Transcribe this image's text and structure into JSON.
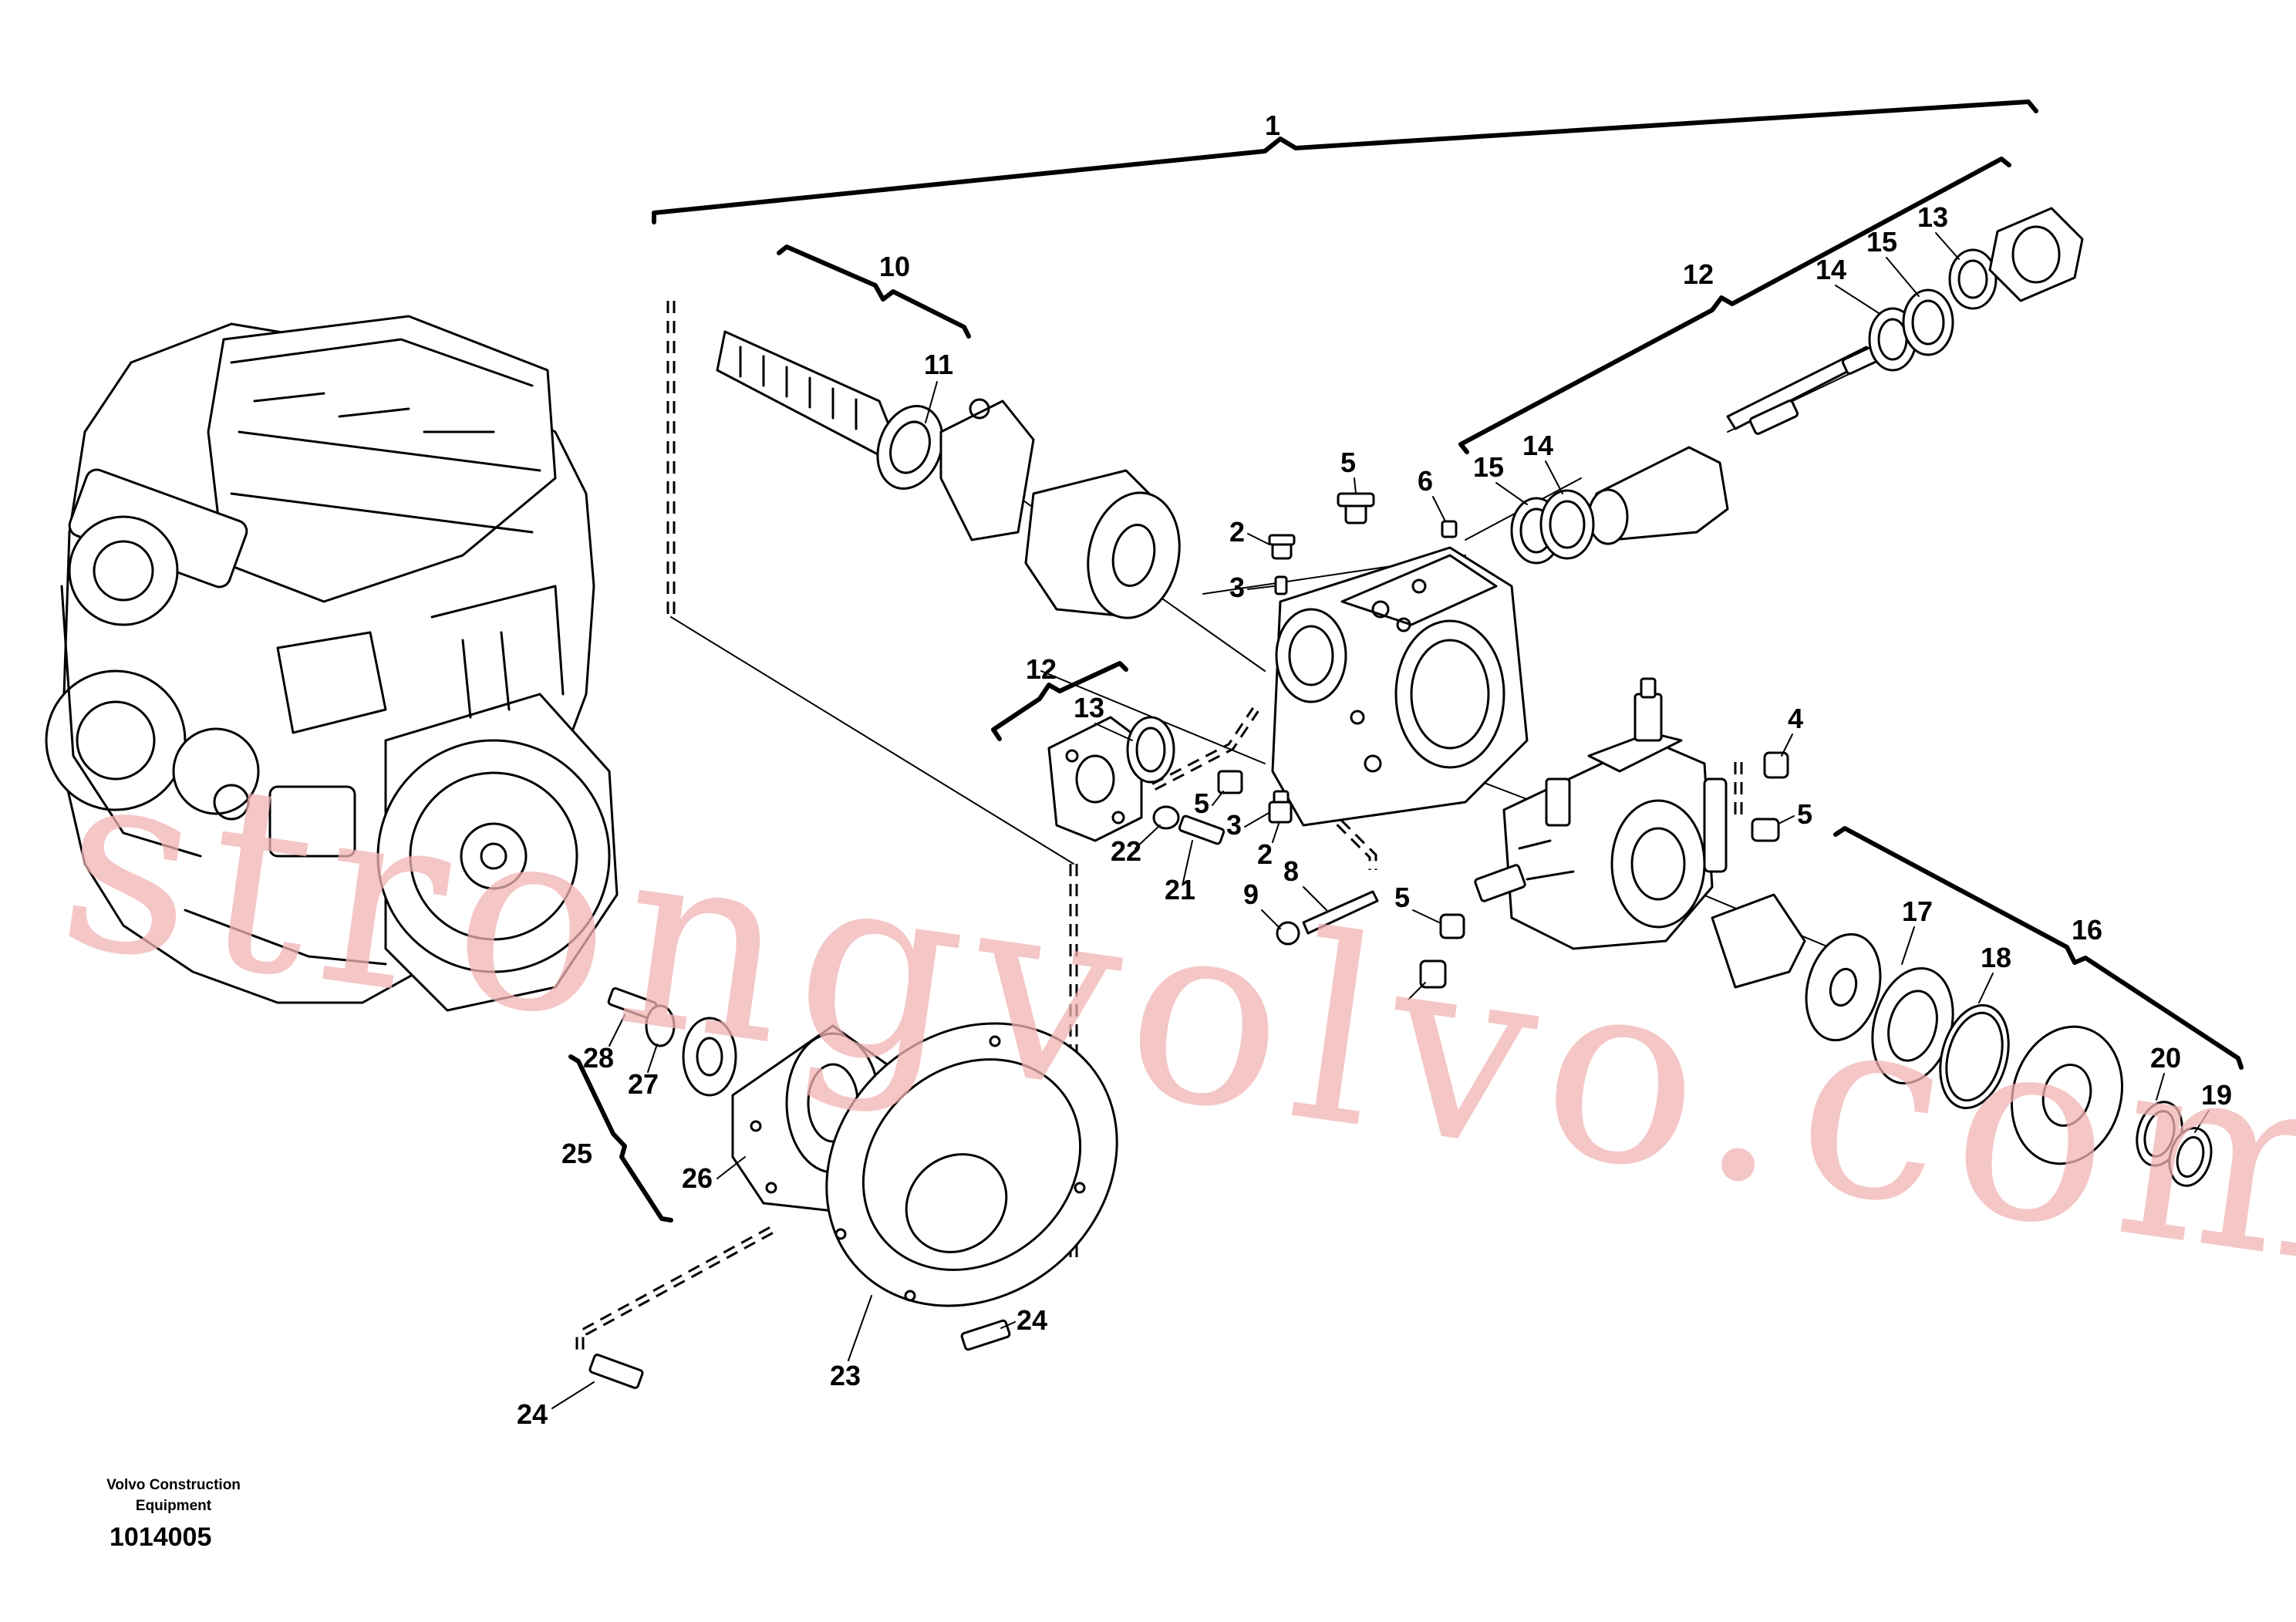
{
  "footer": {
    "company_line1": "Volvo Construction",
    "company_line2": "Equipment",
    "document_number": "1014005"
  },
  "watermark": {
    "text": "strongvolvo.com",
    "color": "#f2b3b3"
  },
  "callouts": [
    {
      "id": "c1",
      "label": "1"
    },
    {
      "id": "c10",
      "label": "10"
    },
    {
      "id": "c11",
      "label": "11"
    },
    {
      "id": "c12a",
      "label": "12"
    },
    {
      "id": "c13a",
      "label": "13"
    },
    {
      "id": "c15a",
      "label": "15"
    },
    {
      "id": "c14a",
      "label": "14"
    },
    {
      "id": "c5a",
      "label": "5"
    },
    {
      "id": "c6",
      "label": "6"
    },
    {
      "id": "c15b",
      "label": "15"
    },
    {
      "id": "c14b",
      "label": "14"
    },
    {
      "id": "c2a",
      "label": "2"
    },
    {
      "id": "c3a",
      "label": "3"
    },
    {
      "id": "c12b",
      "label": "12"
    },
    {
      "id": "c13b",
      "label": "13"
    },
    {
      "id": "c5b",
      "label": "5"
    },
    {
      "id": "c3b",
      "label": "3"
    },
    {
      "id": "c22",
      "label": "22"
    },
    {
      "id": "c21",
      "label": "21"
    },
    {
      "id": "c2b",
      "label": "2"
    },
    {
      "id": "c9",
      "label": "9"
    },
    {
      "id": "c8",
      "label": "8"
    },
    {
      "id": "c4",
      "label": "4"
    },
    {
      "id": "c5c",
      "label": "5"
    },
    {
      "id": "c5d",
      "label": "5"
    },
    {
      "id": "c16",
      "label": "16"
    },
    {
      "id": "c17",
      "label": "17"
    },
    {
      "id": "c18",
      "label": "18"
    },
    {
      "id": "c20",
      "label": "20"
    },
    {
      "id": "c19",
      "label": "19"
    },
    {
      "id": "c28",
      "label": "28"
    },
    {
      "id": "c27",
      "label": "27"
    },
    {
      "id": "c25",
      "label": "25"
    },
    {
      "id": "c26",
      "label": "26"
    },
    {
      "id": "c24a",
      "label": "24"
    },
    {
      "id": "c23",
      "label": "23"
    },
    {
      "id": "c24b",
      "label": "24"
    }
  ]
}
